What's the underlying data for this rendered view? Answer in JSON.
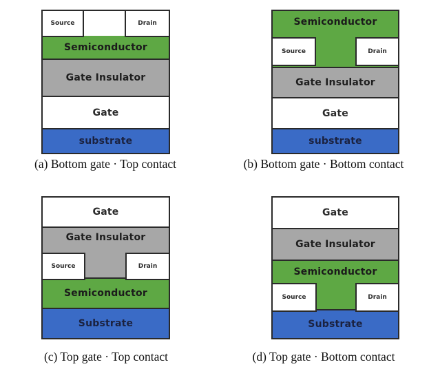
{
  "layer_labels": {
    "source": "Source",
    "drain": "Drain",
    "semiconductor": "Semiconductor",
    "gate_insulator": "Gate Insulator",
    "gate": "Gate",
    "substrate_lower": "substrate",
    "substrate_upper": "Substrate"
  },
  "captions": {
    "a": "(a) Bottom gate · Top contact",
    "b": "(b) Bottom gate · Bottom contact",
    "c": "(c) Top gate · Top contact",
    "d": "(d) Top gate · Bottom contact"
  },
  "colors": {
    "semiconductor": "#5ea844",
    "insulator": "#a7a7a7",
    "gate": "#ffffff",
    "substrate": "#3a6bc6",
    "border": "#2a2a2a"
  }
}
